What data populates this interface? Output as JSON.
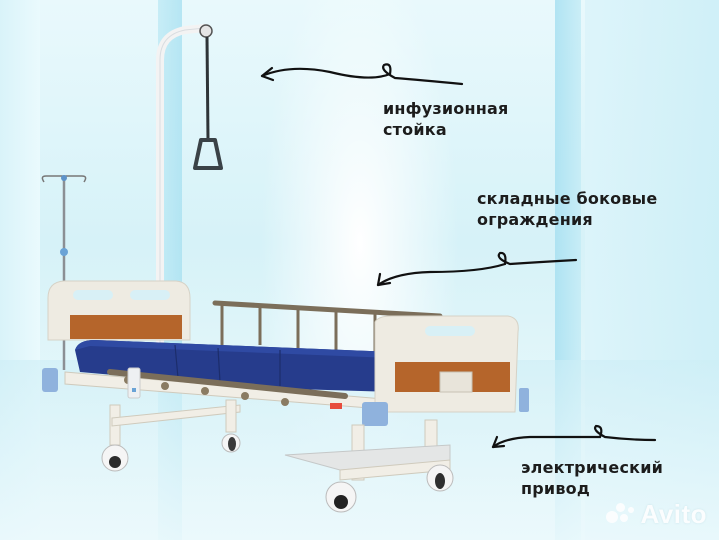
{
  "scene": {
    "description": "Hospital bed product image with feature callouts on corridor background",
    "background_colors": {
      "light": "#e9f9fc",
      "mid": "#bfe9f4",
      "column": "#9fdcef"
    }
  },
  "callouts": [
    {
      "id": "iv-stand",
      "line1": "инфузионная",
      "line2": "стойка"
    },
    {
      "id": "side-rails",
      "line1": "складные боковые",
      "line2": "ограждения"
    },
    {
      "id": "electric-drive",
      "line1": "электрический",
      "line2": "привод"
    }
  ],
  "product": {
    "mattress_color": "#263c8c",
    "panel_color": "#b5652b",
    "frame_color": "#f1eee6",
    "rail_color": "#7b6e5a",
    "bumper_color": "#8fb2dd"
  },
  "watermark": {
    "text": "Avito"
  }
}
